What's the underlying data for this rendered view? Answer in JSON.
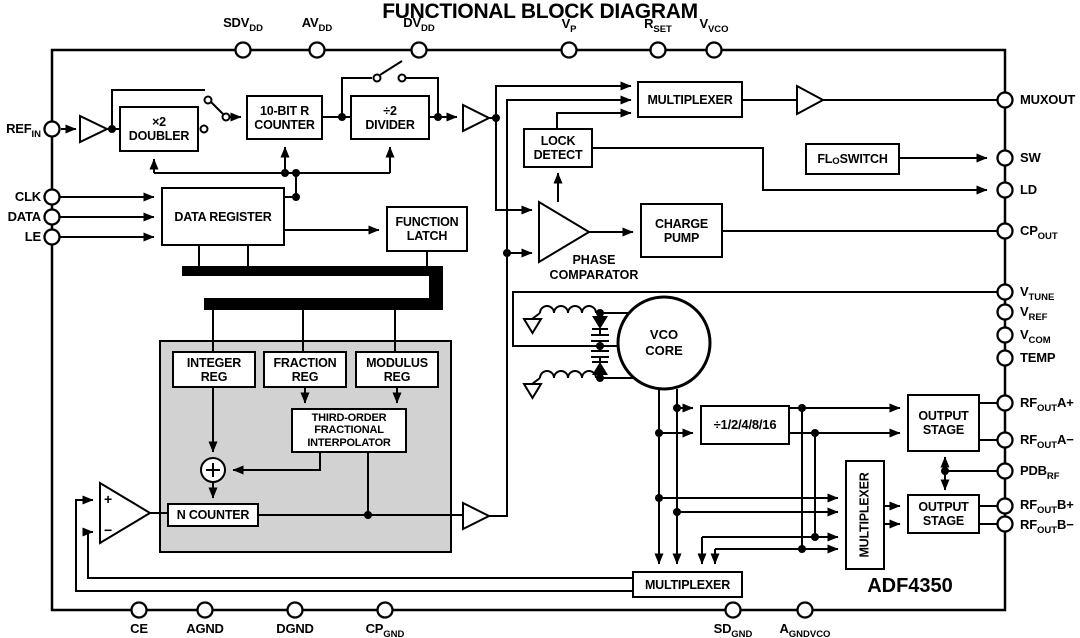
{
  "title": "FUNCTIONAL BLOCK DIAGRAM",
  "chip_label": "ADF4350",
  "pins": {
    "sdvdd": {
      "pre": "SDV",
      "sub": "DD"
    },
    "avdd": {
      "pre": "AV",
      "sub": "DD"
    },
    "dvdd": {
      "pre": "DV",
      "sub": "DD"
    },
    "vp": {
      "pre": "V",
      "sub": "P"
    },
    "rset": {
      "pre": "R",
      "sub": "SET"
    },
    "vvco": {
      "pre": "V",
      "sub": "VCO"
    },
    "refin": {
      "pre": "REF",
      "sub": "IN"
    },
    "clk": {
      "text": "CLK"
    },
    "data": {
      "text": "DATA"
    },
    "le": {
      "text": "LE"
    },
    "muxout": {
      "text": "MUXOUT"
    },
    "sw": {
      "text": "SW"
    },
    "ld": {
      "text": "LD"
    },
    "cpout": {
      "pre": "CP",
      "sub": "OUT"
    },
    "vtune": {
      "pre": "V",
      "sub": "TUNE"
    },
    "vref": {
      "pre": "V",
      "sub": "REF"
    },
    "vcom": {
      "pre": "V",
      "sub": "COM"
    },
    "temp": {
      "text": "TEMP"
    },
    "rfouta_p": {
      "pre": "RF",
      "sub": "OUT",
      "post": "A+"
    },
    "rfouta_m": {
      "pre": "RF",
      "sub": "OUT",
      "post": "A−"
    },
    "pdbrf": {
      "pre": "PDB",
      "sub": "RF"
    },
    "rfoutb_p": {
      "pre": "RF",
      "sub": "OUT",
      "post": "B+"
    },
    "rfoutb_m": {
      "pre": "RF",
      "sub": "OUT",
      "post": "B−"
    },
    "ce": {
      "text": "CE"
    },
    "agnd": {
      "text": "AGND"
    },
    "dgnd": {
      "text": "DGND"
    },
    "cpgnd": {
      "pre": "CP",
      "sub": "GND"
    },
    "sdgnd": {
      "pre": "SD",
      "sub": "GND"
    },
    "agndvco": {
      "pre": "A",
      "sub": "GNDVCO"
    }
  },
  "blocks": {
    "doubler": "×2\nDOUBLER",
    "r_counter": "10-BIT R\nCOUNTER",
    "divider": "÷2\nDIVIDER",
    "data_register": "DATA REGISTER",
    "function_latch": "FUNCTION\nLATCH",
    "multiplexer_top": "MULTIPLEXER",
    "lock_detect": "LOCK\nDETECT",
    "flo_switch": {
      "pre": "FL",
      "sub": "O",
      "post": " SWITCH"
    },
    "phase_comparator": "PHASE\nCOMPARATOR",
    "charge_pump": "CHARGE\nPUMP",
    "vco_core": "VCO\nCORE",
    "integer_reg": "INTEGER\nREG",
    "fraction_reg": "FRACTION\nREG",
    "modulus_reg": "MODULUS\nREG",
    "interpolator": "THIRD-ORDER\nFRACTIONAL\nINTERPOLATOR",
    "n_counter": "N COUNTER",
    "rf_divider": "÷1/2/4/8/16",
    "output_stage_a": "OUTPUT\nSTAGE",
    "output_stage_b": "OUTPUT\nSTAGE",
    "multiplexer_rf": "MULTIPLEXER",
    "multiplexer_fb": "MULTIPLEXER",
    "plus": "+",
    "minus": "−"
  },
  "colors": {
    "line": "#000000",
    "block_fill": "#ffffff",
    "sigma_delta_region_fill": "#d2d2d2",
    "background": "#ffffff"
  }
}
